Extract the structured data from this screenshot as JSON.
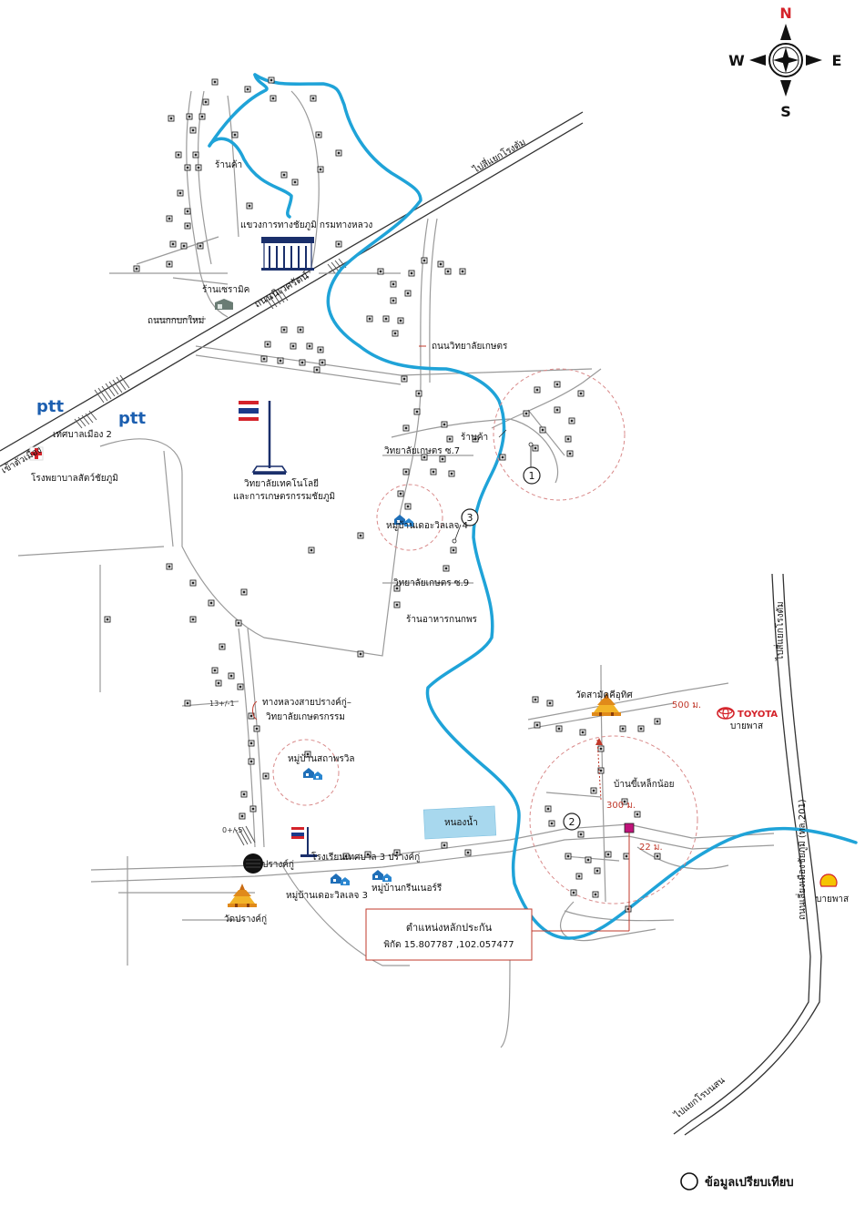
{
  "compass": {
    "n": "N",
    "s": "S",
    "e": "E",
    "w": "W"
  },
  "colors": {
    "river": "#1fa3d8",
    "ring": "#d98a8a",
    "accent_red": "#c0392b",
    "pond": "#a8d8ee"
  },
  "roads": {
    "main_road": "ถนนนิเวศรัตน์",
    "to_junction_top": "ไปสี่แยกโรงตัม",
    "to_city": "เข้าตัวเมือง",
    "to_junction_right": "ไปสี่แยกโรงตัม",
    "highway_201": "ถนนเลี่ยงเมืองชัยภูมิ (ทล.201)",
    "to_bueng_sam": "ไปแยกโรบนสน",
    "kaset_road": "ถนนวิทยาลัยเกษตร",
    "kok_kob_road": "ถนนกกบกใหม่",
    "prang_ku_highway_1": "ทางหลวงสายปรางค์กู่–",
    "prang_ku_highway_2": "วิทยาลัยเกษตรกรรม"
  },
  "places": {
    "shop1": "ร้านค้า",
    "highway_dept": "แขวงการทางชัยภูมิ กรมทางหลวง",
    "ceramic_shop": "ร้านเซรามิค",
    "tesban2": "เทศบาลเมือง 2",
    "vet_hospital": "โรงพยาบาลสัตว์ชัยภูมิ",
    "college_1": "วิทยาลัยเทคโนโลยี",
    "college_2": "และการเกษตรกรรมชัยภูมิ",
    "shop2": "ร้านค้า",
    "kaset_soi7": "วิทยาลัยเกษตร ซ.7",
    "village_ville4": "หมู่บ้านเดอะวิลเลจ 4",
    "kaset_soi9": "วิทยาลัยเกษตร ซ.9",
    "restaurant": "ร้านอาหารกนกพร",
    "village_sathaporn": "หมู่บ้านสถาพรวิล",
    "pond": "หนองน้ำ",
    "prang_ku": "ปรางค์กู่",
    "school": "โรงเรียนเทศบาล 3 ปรางค์กู่",
    "village_ville3": "หมู่บ้านเดอะวิลเลจ 3",
    "village_green": "หมู่บ้านกรีนเนอร์รี",
    "wat_prang_ku": "วัดปรางค์กู่",
    "wat_samakkhi": "วัดสามัคคีอุทิศ",
    "village_khilek": "บ้านขี้เหล็กน้อย",
    "toyota_brand": "TOYOTA",
    "toyota_bypass": "บายพาส",
    "shell_bypass": "บายพาส"
  },
  "annotations": {
    "ptt_1": "ptt",
    "ptt_2": "ptt",
    "circle_1": "1",
    "circle_2": "2",
    "circle_3": "3",
    "dist_500": "500 ม.",
    "dist_300": "300 ม.",
    "dist_22": "22 ม.",
    "km_left": "13+/-1",
    "km_left2": "0+/-5"
  },
  "marker_box": {
    "title": "ตำแหน่งหลักประกัน",
    "coords": "พิกัด 15.807787 ,102.057477"
  },
  "legend": {
    "label": "ข้อมูลเปรียบเทียบ"
  }
}
